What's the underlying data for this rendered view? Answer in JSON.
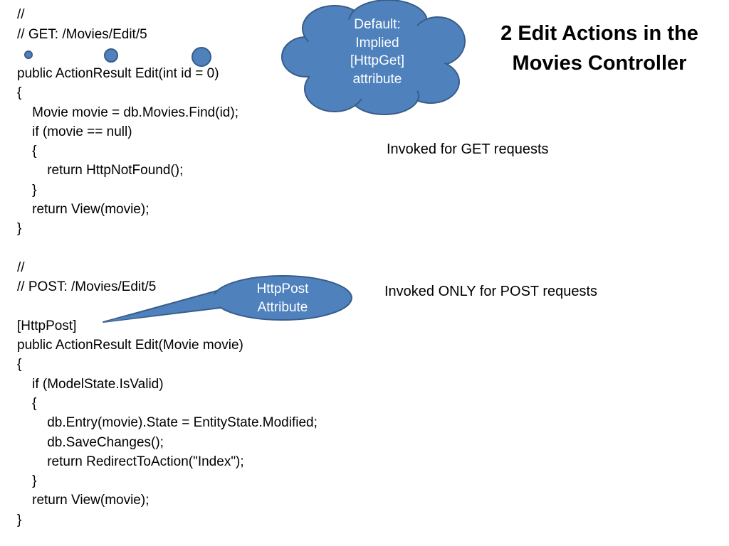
{
  "title": "2 Edit Actions in the Movies Controller",
  "code": [
    "//",
    "// GET: /Movies/Edit/5",
    "",
    "public ActionResult Edit(int id = 0)",
    "{",
    "    Movie movie = db.Movies.Find(id);",
    "    if (movie == null)",
    "    {",
    "        return HttpNotFound();",
    "    }",
    "    return View(movie);",
    "}",
    "",
    "//",
    "// POST: /Movies/Edit/5",
    "",
    "[HttpPost]",
    "public ActionResult Edit(Movie movie)",
    "{",
    "    if (ModelState.IsValid)",
    "    {",
    "        db.Entry(movie).State = EntityState.Modified;",
    "        db.SaveChanges();",
    "        return RedirectToAction(\"Index\");",
    "    }",
    "    return View(movie);",
    "}"
  ],
  "notes": {
    "get": "Invoked for GET requests",
    "post": "Invoked ONLY for POST requests"
  },
  "cloud_callout": {
    "lines": [
      "Default:",
      "Implied",
      "[HttpGet]",
      "attribute"
    ]
  },
  "oval_callout": {
    "lines": [
      "HttpPost",
      "Attribute"
    ]
  },
  "colors": {
    "callout_fill": "#4f81bd",
    "callout_stroke": "#385d8a",
    "callout_text": "#ffffff",
    "text": "#000000",
    "background": "#ffffff"
  }
}
